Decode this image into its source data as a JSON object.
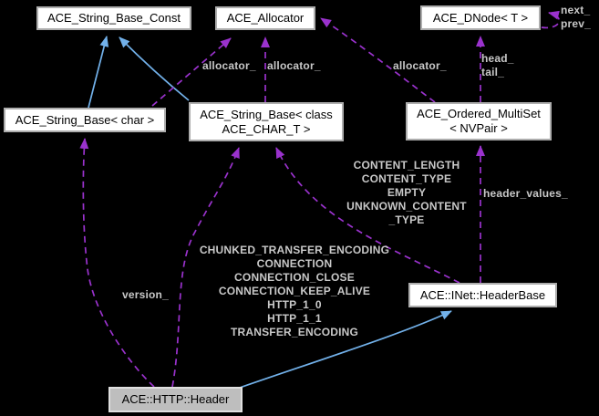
{
  "diagram": {
    "colors": {
      "background": "#000000",
      "node_fill": "#ffffff",
      "focus_node_fill": "#bebebe",
      "node_text": "#000000",
      "inheritance_edge": "#72b1ea",
      "usage_edge": "#9a32cd",
      "edge_label_text": "#c8c8c8"
    },
    "nodes": [
      {
        "id": "string-base-const",
        "label": "ACE_String_Base_Const"
      },
      {
        "id": "allocator",
        "label": "ACE_Allocator"
      },
      {
        "id": "dnode",
        "label": "ACE_DNode< T >"
      },
      {
        "id": "string-base-char",
        "label": "ACE_String_Base< char >"
      },
      {
        "id": "string-base-ace-char-t",
        "label": [
          "ACE_String_Base< class",
          "ACE_CHAR_T >"
        ]
      },
      {
        "id": "ordered-multiset",
        "label": [
          "ACE_Ordered_MultiSet",
          "< NVPair >"
        ]
      },
      {
        "id": "inet-headerbase",
        "label": "ACE::INet::HeaderBase"
      },
      {
        "id": "http-header",
        "label": "ACE::HTTP::Header"
      }
    ],
    "edges": [
      {
        "from": "string-base-char",
        "to": "string-base-const",
        "type": "inheritance"
      },
      {
        "from": "string-base-ace-char-t",
        "to": "string-base-const",
        "type": "inheritance"
      },
      {
        "from": "http-header",
        "to": "inet-headerbase",
        "type": "inheritance"
      },
      {
        "from": "string-base-char",
        "to": "allocator",
        "type": "usage",
        "label": "allocator_"
      },
      {
        "from": "string-base-ace-char-t",
        "to": "allocator",
        "type": "usage",
        "label": "allocator_"
      },
      {
        "from": "ordered-multiset",
        "to": "allocator",
        "type": "usage",
        "label": "allocator_"
      },
      {
        "from": "ordered-multiset",
        "to": "dnode",
        "type": "usage",
        "label": [
          "head_",
          "tail_"
        ]
      },
      {
        "from": "dnode",
        "to": "dnode",
        "type": "usage",
        "label": [
          "next_",
          "prev_"
        ]
      },
      {
        "from": "inet-headerbase",
        "to": "ordered-multiset",
        "type": "usage",
        "label": "header_values_"
      },
      {
        "from": "inet-headerbase",
        "to": "string-base-ace-char-t",
        "type": "usage",
        "label": [
          "CONTENT_LENGTH",
          "CONTENT_TYPE",
          "EMPTY",
          "UNKNOWN_CONTENT",
          "_TYPE"
        ]
      },
      {
        "from": "http-header",
        "to": "string-base-char",
        "type": "usage",
        "label": "version_"
      },
      {
        "from": "http-header",
        "to": "string-base-ace-char-t",
        "type": "usage",
        "label": [
          "CHUNKED_TRANSFER_ENCODING",
          "CONNECTION",
          "CONNECTION_CLOSE",
          "CONNECTION_KEEP_ALIVE",
          "HTTP_1_0",
          "HTTP_1_1",
          "TRANSFER_ENCODING"
        ]
      }
    ]
  }
}
